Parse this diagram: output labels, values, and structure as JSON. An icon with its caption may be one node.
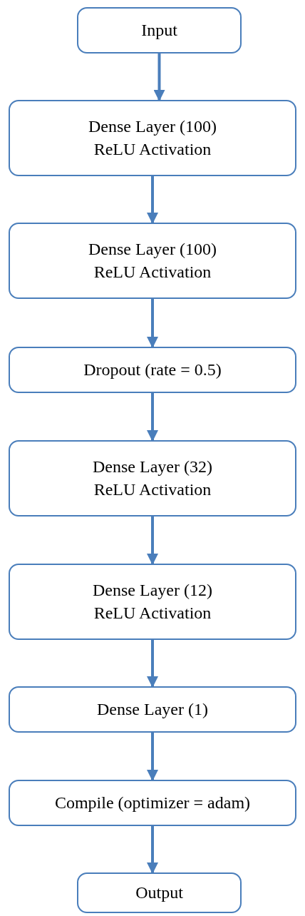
{
  "diagram": {
    "nodes": [
      {
        "text": [
          "Input"
        ]
      },
      {
        "text": [
          "Dense Layer (100)",
          "ReLU Activation"
        ]
      },
      {
        "text": [
          "Dense Layer (100)",
          "ReLU Activation"
        ]
      },
      {
        "text": [
          "Dropout (rate = 0.5)"
        ]
      },
      {
        "text": [
          "Dense Layer (32)",
          "ReLU Activation"
        ]
      },
      {
        "text": [
          "Dense Layer (12)",
          "ReLU Activation"
        ]
      },
      {
        "text": [
          "Dense Layer (1)"
        ]
      },
      {
        "text": [
          "Compile (optimizer = adam)"
        ]
      },
      {
        "text": [
          "Output"
        ]
      }
    ],
    "edges": [
      {
        "from": 0,
        "to": 1,
        "arrow": "to"
      },
      {
        "from": 1,
        "to": 2,
        "arrow": "to"
      },
      {
        "from": 2,
        "to": 3,
        "arrow": "to"
      },
      {
        "from": 3,
        "to": 4,
        "arrow": "to"
      },
      {
        "from": 4,
        "to": 5,
        "arrow": "to"
      },
      {
        "from": 5,
        "to": 6,
        "arrow": "to"
      },
      {
        "from": 6,
        "to": 7,
        "arrow": "to"
      },
      {
        "from": 7,
        "to": 8,
        "arrow": "to"
      }
    ]
  }
}
